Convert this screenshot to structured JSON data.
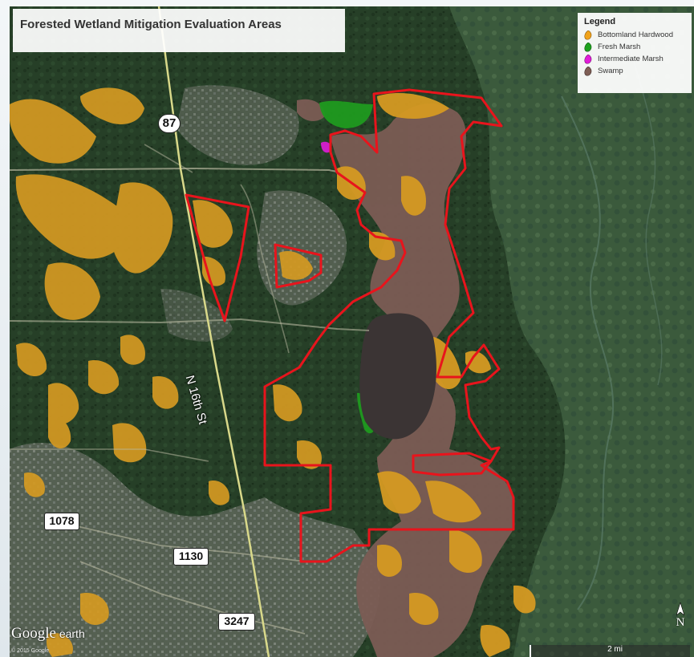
{
  "title": "Forested Wetland Mitigation Evaluation Areas",
  "legend": {
    "title": "Legend",
    "items": [
      {
        "label": "Bottomland Hardwood",
        "color": "#e3a11e"
      },
      {
        "label": "Fresh Marsh",
        "color": "#1fa21f"
      },
      {
        "label": "Intermediate Marsh",
        "color": "#d020c8"
      },
      {
        "label": "Swamp",
        "color": "#7e5e55"
      }
    ]
  },
  "map": {
    "boundary_color": "#e8141c",
    "forest_color": "#243c24",
    "marsh_color": "#3a5a3a",
    "road_color": "#d9d98a",
    "water_color": "#3a3434"
  },
  "road_labels": {
    "highway_87": "87",
    "fm_1078": "1078",
    "fm_1130": "1130",
    "fm_3247": "3247",
    "street": "N 16th St"
  },
  "branding": {
    "google_text": "Google",
    "earth_text": " earth",
    "copyright": "© 2015 Google"
  },
  "north_arrow": {
    "label": "N"
  },
  "scale_bar": {
    "label": "2 mi"
  }
}
